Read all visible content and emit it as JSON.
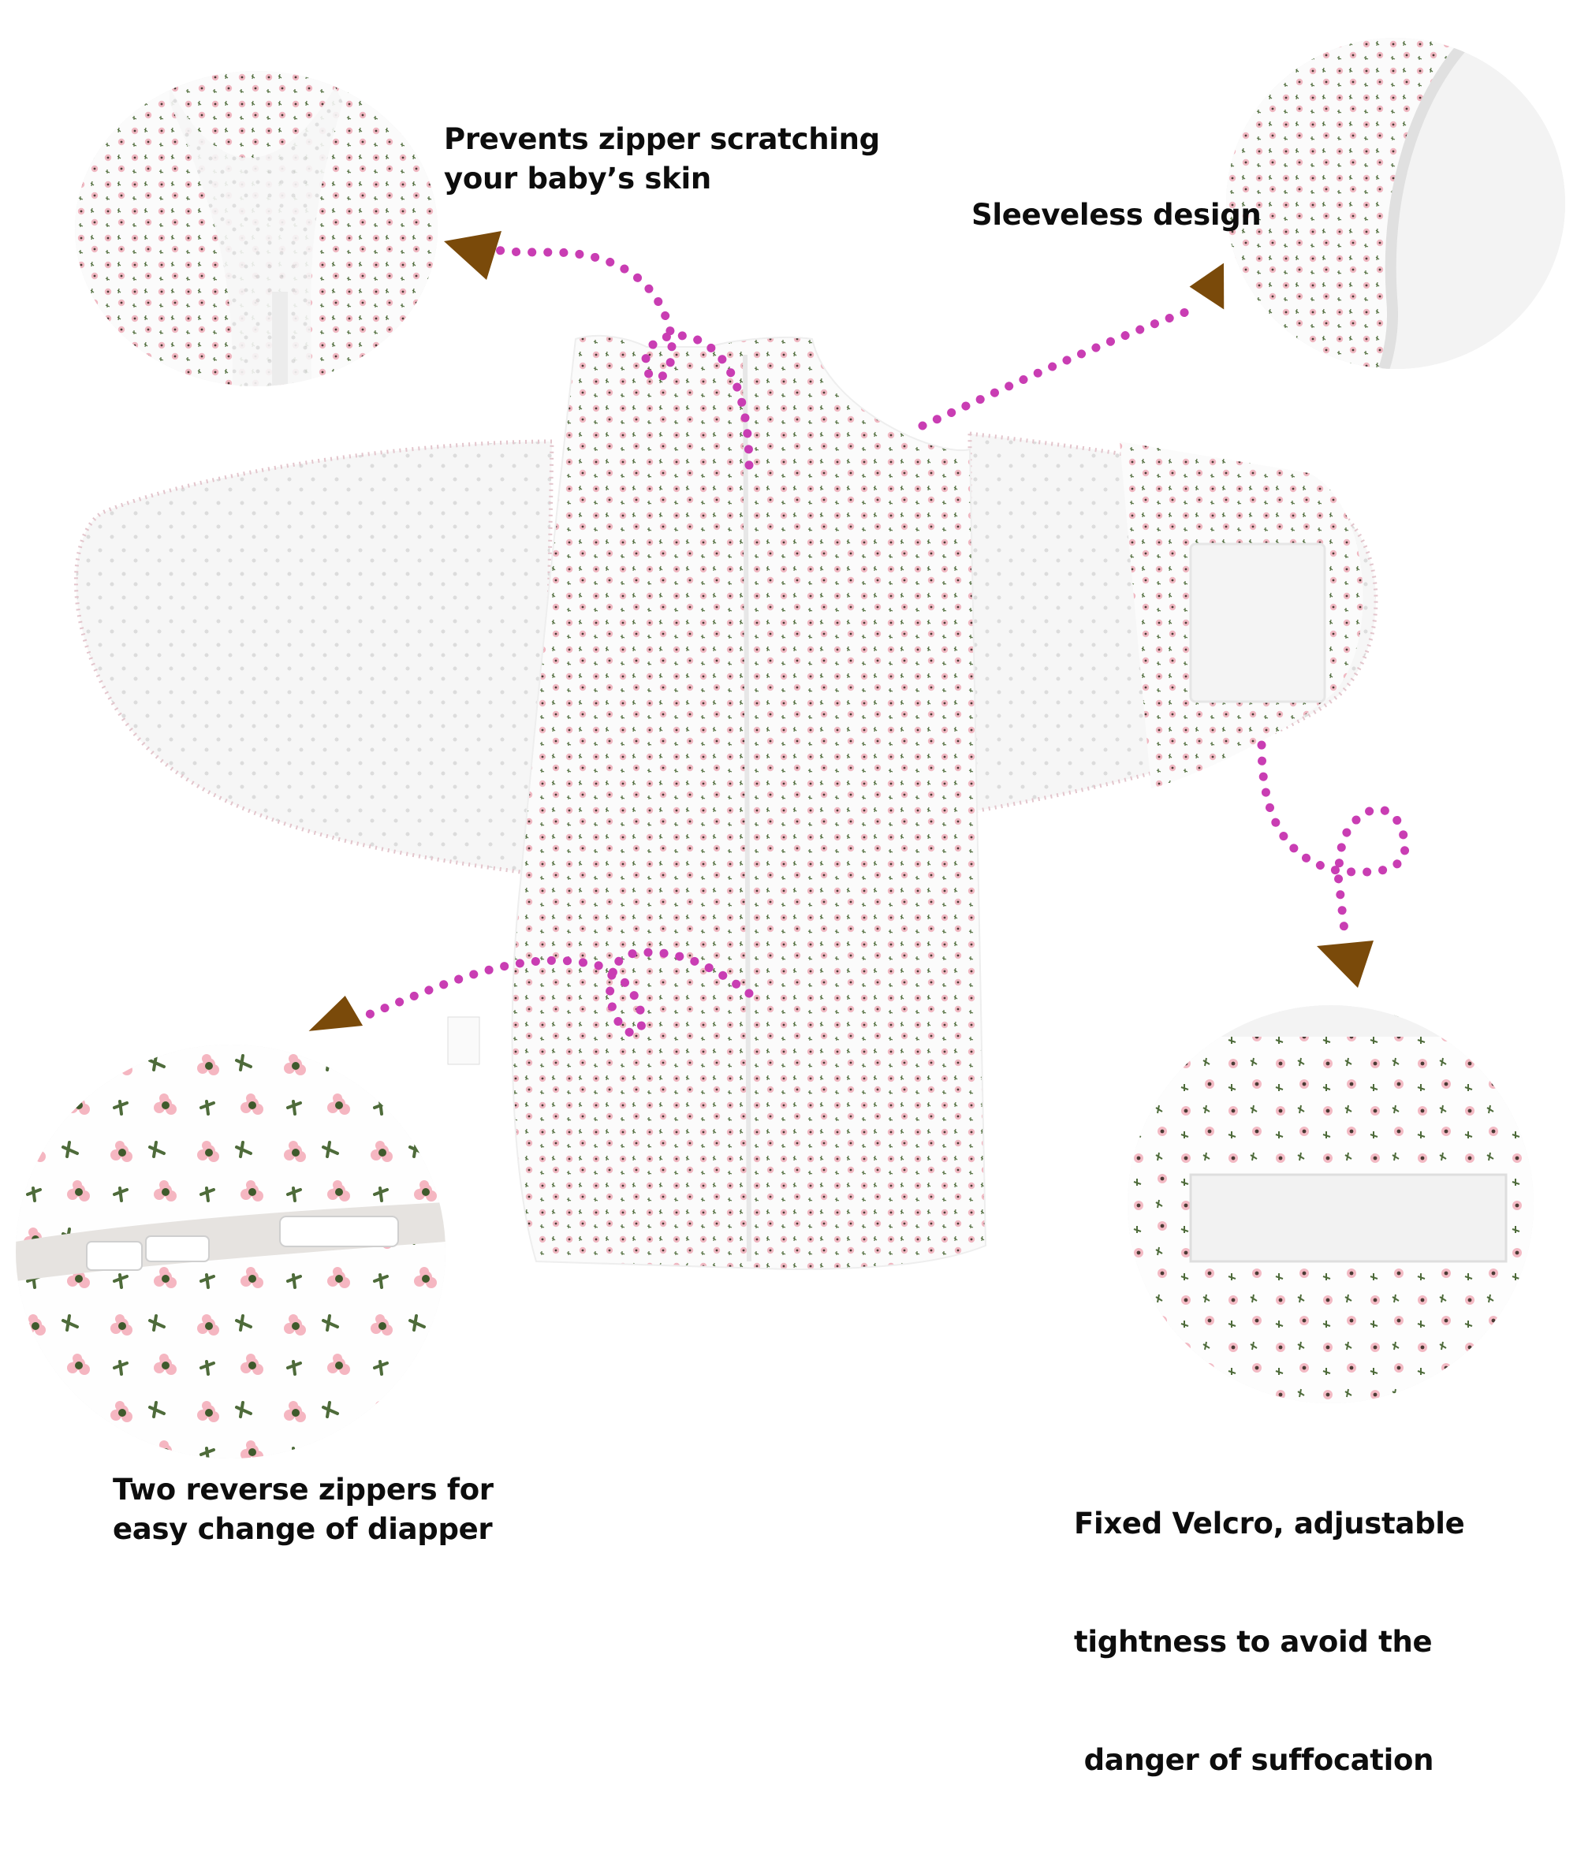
{
  "infographic": {
    "subject": "Floral sleeveless swaddle sack",
    "colors": {
      "background": "#ffffff",
      "text": "#0d0d0d",
      "dotted_line": "#c93db3",
      "arrow": "#7a4a0a",
      "flower_pink": "#f2b9c3",
      "flower_center": "#3f5a2c",
      "stem_green": "#4e6b3a",
      "fabric": "#fafafa"
    },
    "callouts": [
      {
        "id": "zipper-guard",
        "lines": [
          "Prevents zipper scratching",
          "your baby’s skin"
        ],
        "detail_image": "neck-zipper-guard-closeup"
      },
      {
        "id": "sleeveless",
        "lines": [
          "Sleeveless design"
        ],
        "detail_image": "armhole-closeup"
      },
      {
        "id": "reverse-zippers",
        "lines": [
          "Two reverse zippers for",
          "easy change of diapper"
        ],
        "detail_image": "double-zipper-closeup"
      },
      {
        "id": "velcro",
        "lines": [
          "Fixed Velcro, adjustable",
          "tightness to avoid the",
          " danger of suffocation"
        ],
        "detail_image": "velcro-wing-closeup"
      }
    ]
  }
}
